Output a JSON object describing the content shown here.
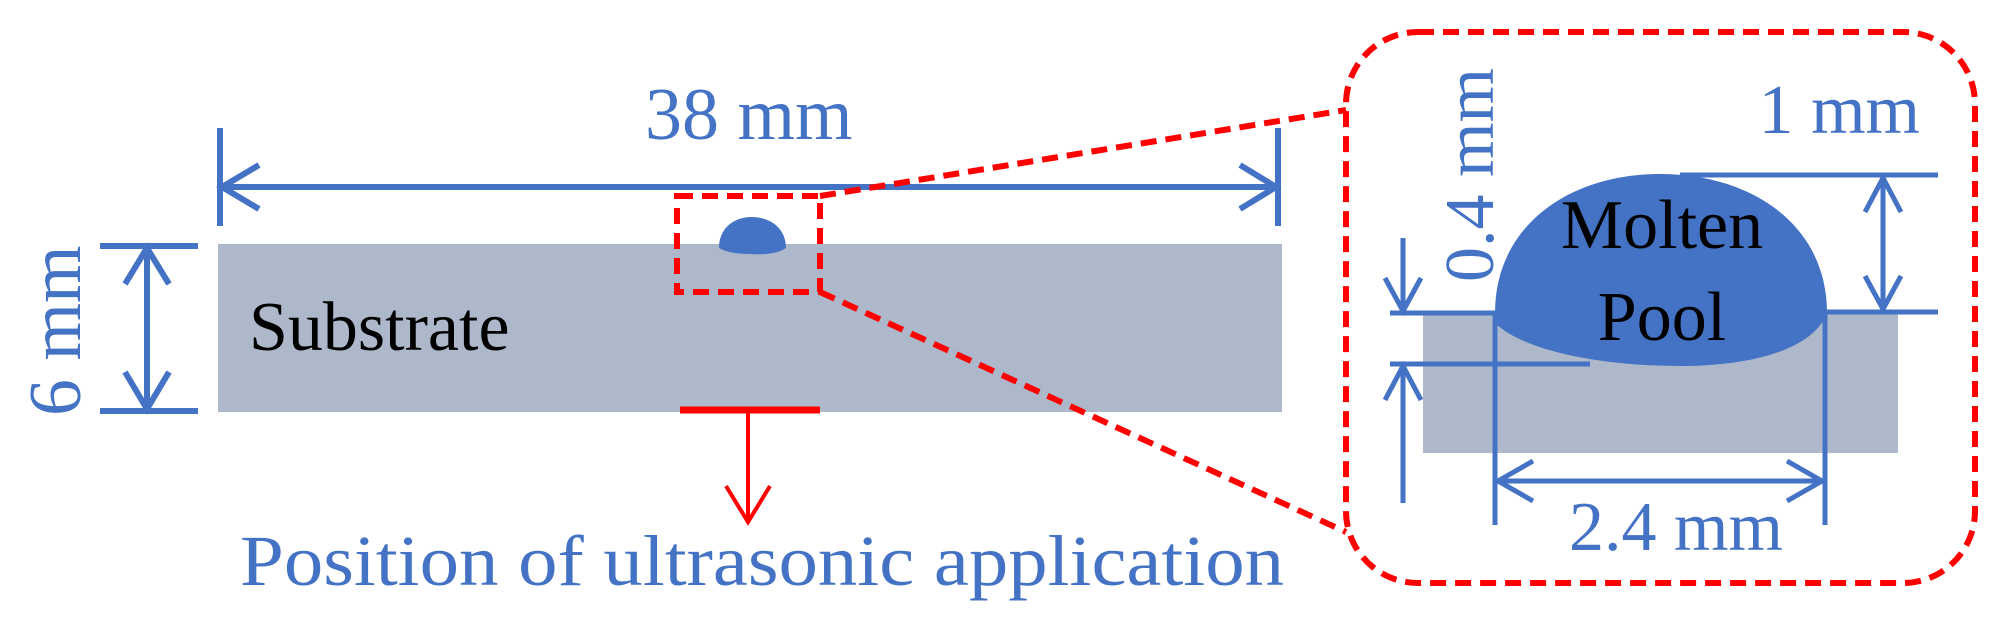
{
  "colors": {
    "dimension_blue": "#4472C4",
    "substrate_grey": "#ADB9CA",
    "pool_blue": "#4472C4",
    "highlight_red": "#FF0000",
    "text_black": "#000000"
  },
  "overview": {
    "substrate_label": "Substrate",
    "length_dimension": "38 mm",
    "thickness_dimension": "6 mm",
    "ultrasonic_label": "Position of ultrasonic application"
  },
  "inset": {
    "pool_label_line1": "Molten",
    "pool_label_line2": "Pool",
    "height_dimension": "1 mm",
    "depth_dimension": "0.4 mm",
    "width_dimension": "2.4 mm"
  }
}
